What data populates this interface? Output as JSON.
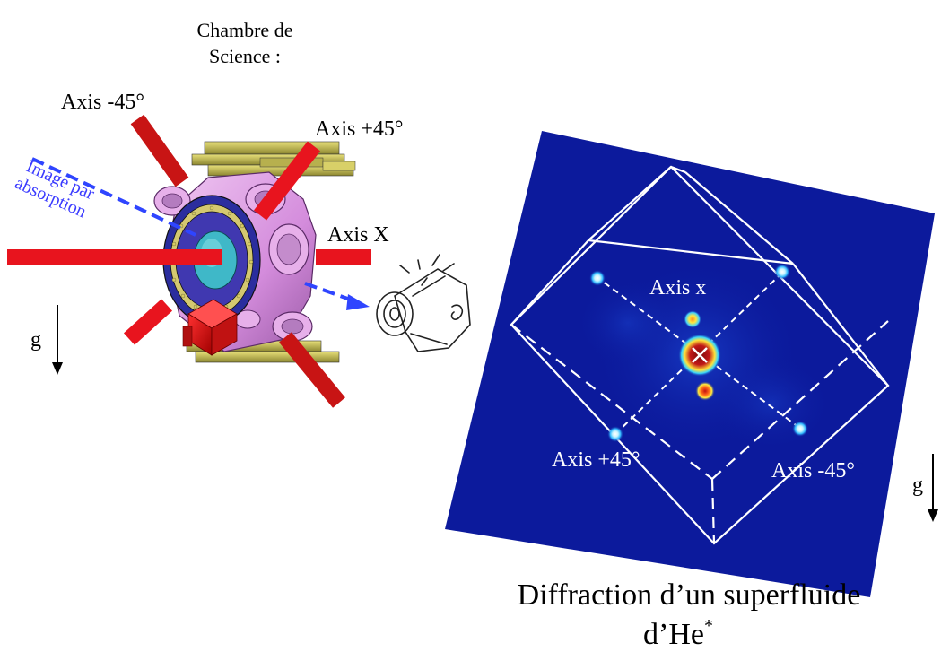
{
  "chamber_title_line1": "Chambre de",
  "chamber_title_line2": "Science :",
  "axis_labels_left": {
    "minus45": "Axis -45°",
    "plus45": "Axis +45°",
    "x": "Axis X"
  },
  "absorption_label": {
    "line1": "Image par",
    "line2": "absorption"
  },
  "gravity_label": "g",
  "pattern_labels": {
    "axis_x": "Axis x",
    "axis_plus45": "Axis +45°",
    "axis_minus45": "Axis -45°",
    "gravity": "g"
  },
  "caption": {
    "line1": "Diffraction d’un superfluide",
    "line2": "d’He",
    "superscript": "*"
  },
  "colors": {
    "laser_beam": "#e8141e",
    "chamber_body": "#d99be0",
    "absorption_arrow": "#2f45ff",
    "diffraction_background": "#0c1a9c",
    "cube_lines": "#ffffff"
  },
  "icons": {
    "camera": "camera-icon",
    "gravity_arrow": "down-arrow-icon"
  }
}
